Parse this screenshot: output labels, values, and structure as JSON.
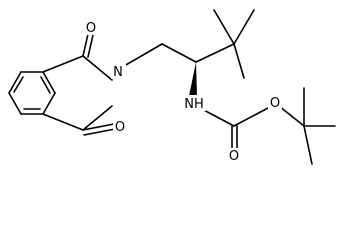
{
  "molecule": {
    "atoms": [
      {
        "id": "o_top",
        "symbol": "O"
      },
      {
        "id": "n_imide",
        "symbol": "N"
      },
      {
        "id": "o_bottom",
        "symbol": "O"
      },
      {
        "id": "n_carbamate",
        "symbol": "NH"
      },
      {
        "id": "o_ester",
        "symbol": "O"
      },
      {
        "id": "o_carbonyl",
        "symbol": "O"
      }
    ]
  }
}
